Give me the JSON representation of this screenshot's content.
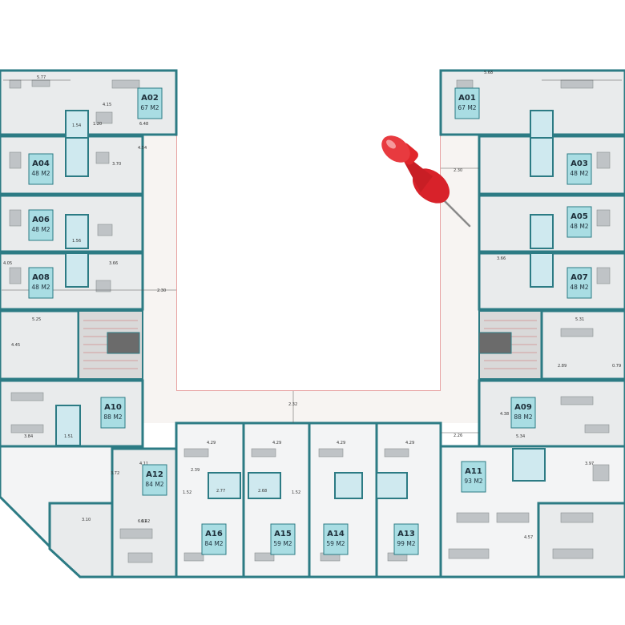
{
  "units": [
    {
      "code": "A01",
      "area": "67 M2"
    },
    {
      "code": "A02",
      "area": "67 M2"
    },
    {
      "code": "A03",
      "area": "48 M2"
    },
    {
      "code": "A04",
      "area": "48 M2"
    },
    {
      "code": "A05",
      "area": "48 M2"
    },
    {
      "code": "A06",
      "area": "48 M2"
    },
    {
      "code": "A07",
      "area": "48 M2"
    },
    {
      "code": "A08",
      "area": "48 M2"
    },
    {
      "code": "A09",
      "area": "88 M2"
    },
    {
      "code": "A10",
      "area": "88 M2"
    },
    {
      "code": "A11",
      "area": "93 M2"
    },
    {
      "code": "A12",
      "area": "84 M2"
    },
    {
      "code": "A13",
      "area": "99 M2"
    },
    {
      "code": "A14",
      "area": "59 M2"
    },
    {
      "code": "A15",
      "area": "59 M2"
    },
    {
      "code": "A16",
      "area": "84 M2"
    }
  ],
  "dimensions": [
    "5.77",
    "4.15",
    "6.48",
    "1.54",
    "1.20",
    "4.54",
    "3.70",
    "5.68",
    "2.30",
    "4.11",
    "6.42",
    "1.51",
    "3.72",
    "2.26",
    "3.66",
    "1.56",
    "4.05",
    "5.25",
    "4.45",
    "3.84",
    "5.31",
    "2.89",
    "0.79",
    "4.38",
    "4.29",
    "2.39",
    "1.52",
    "2.77",
    "2.68",
    "3.97",
    "3.10",
    "6.01",
    "4.57",
    "5.34",
    "2.32"
  ],
  "pin": {
    "color": "#e0262b"
  },
  "colors": {
    "wall": "#2c7b84",
    "bath": "#cfe9ef",
    "label": "#a9dde3",
    "courtyard_line": "#e7a2a2"
  }
}
